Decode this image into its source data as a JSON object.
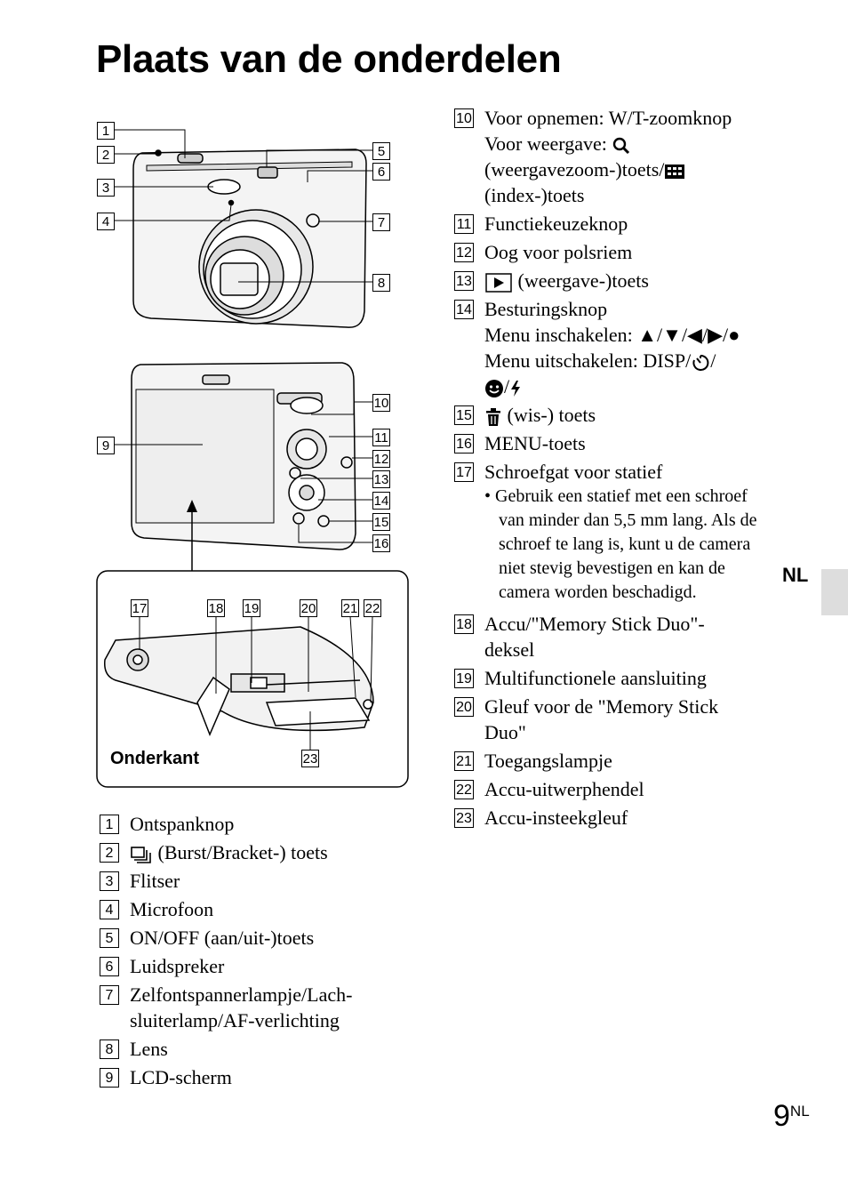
{
  "page": {
    "title": "Plaats van de onderdelen",
    "lang_tab": "NL",
    "page_number": "9",
    "page_suffix": "NL"
  },
  "figure": {
    "bottom_label": "Onderkant"
  },
  "left_items": [
    {
      "num": "1",
      "text": "Ontspanknop"
    },
    {
      "num": "2",
      "text": "(Burst/Bracket-) toets",
      "icon": "burst-icon"
    },
    {
      "num": "3",
      "text": "Flitser"
    },
    {
      "num": "4",
      "text": "Microfoon"
    },
    {
      "num": "5",
      "text": "ON/OFF (aan/uit-)toets"
    },
    {
      "num": "6",
      "text": "Luidspreker"
    },
    {
      "num": "7",
      "text": "Zelfontspannerlampje/Lach-sluiterlamp/AF-verlichting"
    },
    {
      "num": "8",
      "text": "Lens"
    },
    {
      "num": "9",
      "text": "LCD-scherm"
    }
  ],
  "right_items": {
    "i10": {
      "num": "10",
      "line1": "Voor opnemen: W/T-zoomknop",
      "line2": "Voor weergave:",
      "line3": "(weergavezoom-)toets/",
      "line4": "(index-)toets"
    },
    "i11": {
      "num": "11",
      "text": "Functiekeuzeknop"
    },
    "i12": {
      "num": "12",
      "text": "Oog voor polsriem"
    },
    "i13": {
      "num": "13",
      "text": "(weergave-)toets"
    },
    "i14": {
      "num": "14",
      "line1": "Besturingsknop",
      "line2": "Menu inschakelen: ▲/▼/◀/▶/●",
      "line3": "Menu uitschakelen: DISP/",
      "line4": "/"
    },
    "i15": {
      "num": "15",
      "text": "(wis-) toets"
    },
    "i16": {
      "num": "16",
      "text": "MENU-toets"
    },
    "i17": {
      "num": "17",
      "text": "Schroefgat voor statief",
      "bullet": "Gebruik een statief met een schroef van minder dan 5,5 mm lang. Als de schroef te lang is, kunt u de camera niet stevig bevestigen en kan de camera worden beschadigd."
    },
    "i18": {
      "num": "18",
      "text": "Accu/\"Memory Stick Duo\"-deksel"
    },
    "i19": {
      "num": "19",
      "text": "Multifunctionele aansluiting"
    },
    "i20": {
      "num": "20",
      "text": "Gleuf voor de \"Memory Stick Duo\""
    },
    "i21": {
      "num": "21",
      "text": "Toegangslampje"
    },
    "i22": {
      "num": "22",
      "text": "Accu-uitwerphendel"
    },
    "i23": {
      "num": "23",
      "text": "Accu-insteekgleuf"
    }
  },
  "callouts": [
    "1",
    "2",
    "3",
    "4",
    "5",
    "6",
    "7",
    "8",
    "9",
    "10",
    "11",
    "12",
    "13",
    "14",
    "15",
    "16",
    "17",
    "18",
    "19",
    "20",
    "21",
    "22",
    "23"
  ]
}
